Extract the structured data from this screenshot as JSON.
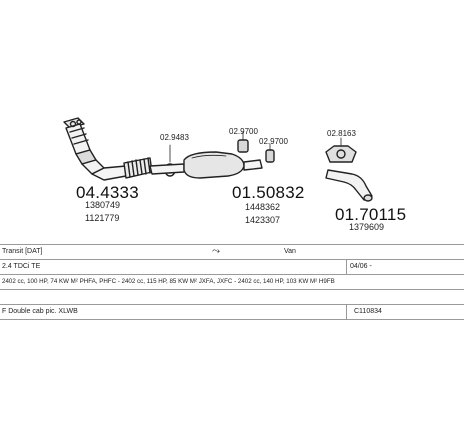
{
  "parts": [
    {
      "number": "04.4333",
      "oem": [
        "1380749",
        "1121779"
      ]
    },
    {
      "number": "01.50832",
      "oem": [
        "1448362",
        "1423307"
      ]
    },
    {
      "number": "01.70115",
      "oem": [
        "1379609"
      ]
    }
  ],
  "small_parts": [
    "02.9483",
    "02.9700",
    "02.9700",
    "02.8163"
  ],
  "vehicle": {
    "model": "Transit  [DAT]",
    "type": "Van",
    "engine": "2.4 TDCi TE",
    "date": "04/06 -",
    "spec": "2402 cc, 100 HP, 74 KW M² PHFA, PHFC - 2402 cc, 115 HP, 85 KW M² JXFA, JXFC - 2402 cc, 140 HP, 103 KW M² H9FB",
    "variant": "F Double cab pic. XLWB",
    "code": "C110834"
  }
}
